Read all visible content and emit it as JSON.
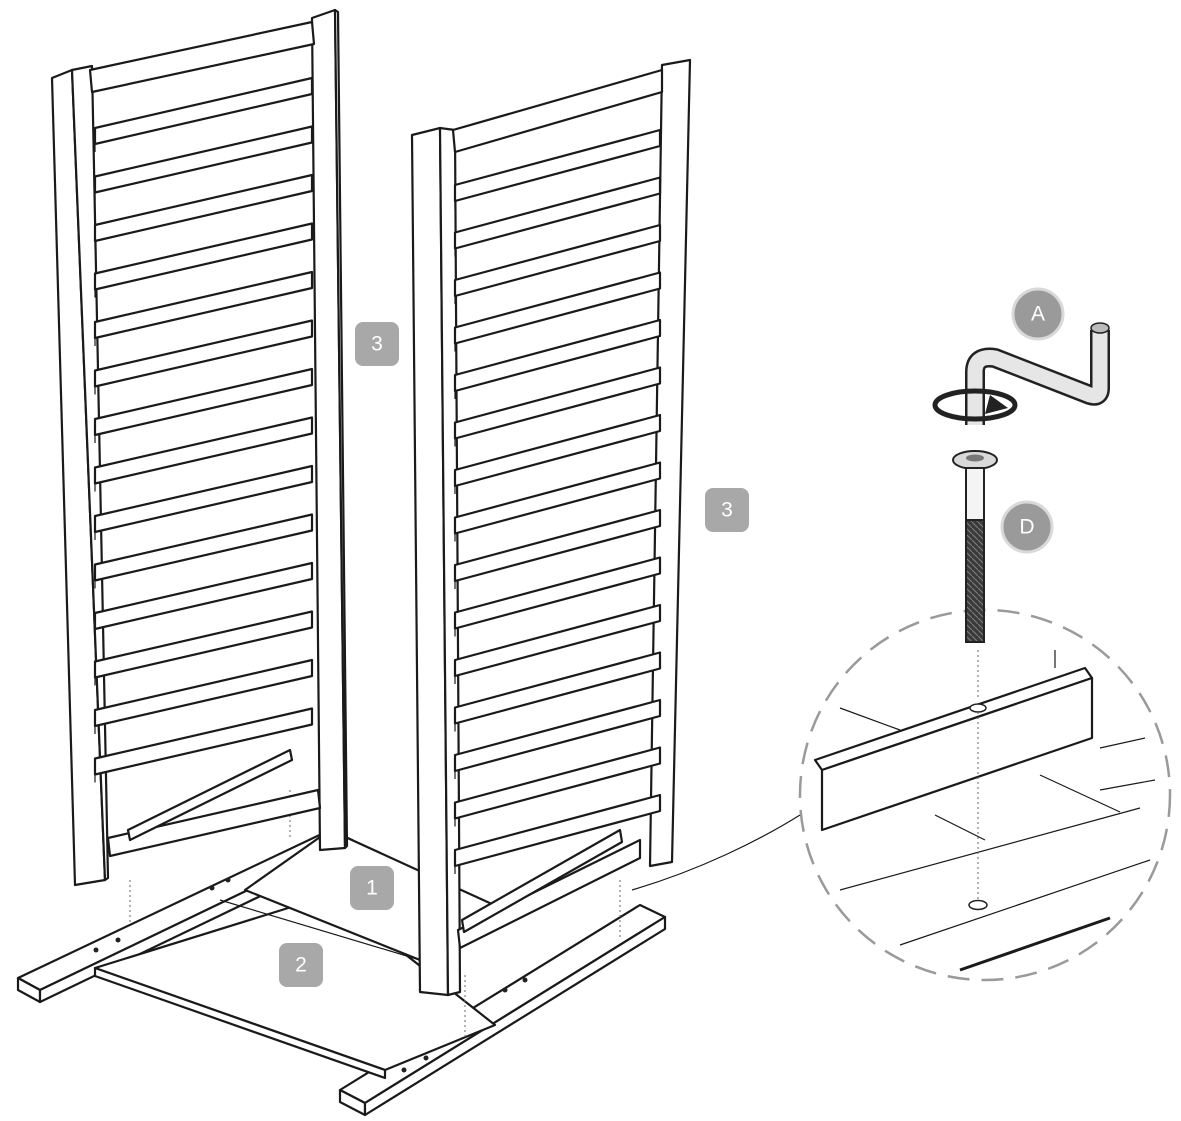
{
  "labels": {
    "part_3_left": "3",
    "part_3_right": "3",
    "part_1": "1",
    "part_2": "2",
    "tool_a": "A",
    "bolt_d": "D"
  },
  "colors": {
    "badge_square": "#a8a8a8",
    "badge_circle": "#9a9a9a",
    "line": "#1a1a1a",
    "detail_circle": "#9a9a9a"
  },
  "icons": [
    "allen-key-icon",
    "rotate-arrow-icon",
    "bolt-icon"
  ]
}
